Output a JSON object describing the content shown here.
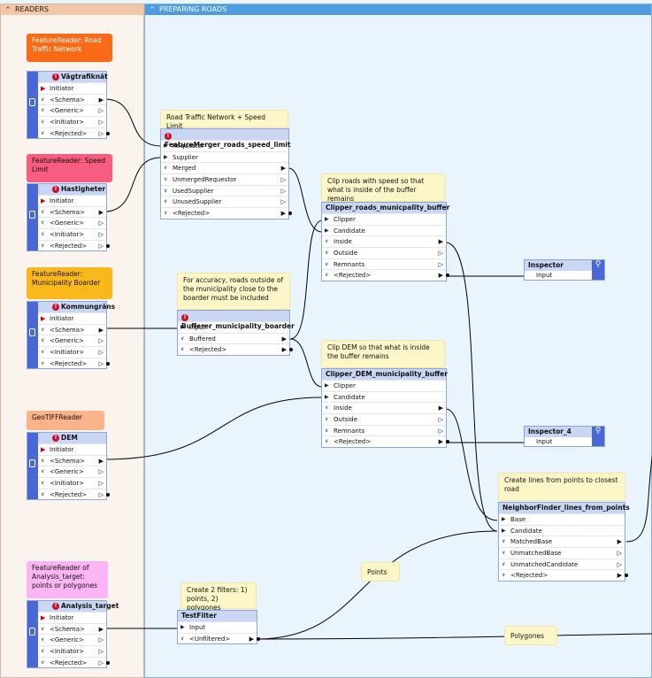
{
  "bookmarks": {
    "readers": "READERS",
    "preparing_roads": "PREPARING ROADS"
  },
  "annotations": {
    "road_reader": "FeatureReader: Road Traffic Network",
    "speed_reader": "FeatureReader: Speed Limit",
    "municipality_reader": "FeatureReader: Municipality Boarder",
    "geotiff_reader": "GeoTIFFReader",
    "analysis_reader": "FeatureReader of Analysis_target: points or polygones",
    "merge": "Road Traffic Network + Speed Limit",
    "clip_roads": "Clip roads with speed  so that what is inside of the buffer remains",
    "accuracy": "For accuracy, roads outside of the municipality close to the boarder must be included",
    "clip_dem": "Clip DEM so that what is inside the buffer remains",
    "neighbor": "Create lines from points to closest road",
    "filters": "Create 2 filters: 1) points, 2) polygones",
    "points": "Points",
    "polygones": "Polygones"
  },
  "readers": [
    {
      "title": "Vägtrafiknät",
      "ports": [
        "Initiator",
        "<Schema>",
        "<Generic>",
        "<Initiator>",
        "<Rejected>"
      ]
    },
    {
      "title": "Hastigheter",
      "ports": [
        "Initiator",
        "<Schema>",
        "<Generic>",
        "<Initiator>",
        "<Rejected>"
      ]
    },
    {
      "title": "Kommungräns",
      "ports": [
        "Initiator",
        "<Schema>",
        "<Generic>",
        "<Initiator>",
        "<Rejected>"
      ]
    },
    {
      "title": "DEM",
      "ports": [
        "Initiator",
        "<Schema>",
        "<Generic>",
        "<Initiator>",
        "<Rejected>"
      ]
    },
    {
      "title": "Analysis_target",
      "ports": [
        "Initiator",
        "<Schema>",
        "<Generic>",
        "<Initiator>",
        "<Rejected>"
      ]
    }
  ],
  "transformers": {
    "merger": {
      "title": "FeatureMerger_roads_speed_limit",
      "inputs": [
        "Requestor",
        "Supplier"
      ],
      "outputs": [
        "Merged",
        "UnmergedRequestor",
        "UsedSupplier",
        "UnusedSupplier",
        "<Rejected>"
      ]
    },
    "clip_roads": {
      "title": "Clipper_roads_municpality_buffer",
      "inputs": [
        "Clipper",
        "Candidate"
      ],
      "outputs": [
        "Inside",
        "Outside",
        "Remnants",
        "<Rejected>"
      ]
    },
    "bufferer": {
      "title": "Bufferer_municipality_boarder",
      "inputs": [
        "Input"
      ],
      "outputs": [
        "Buffered",
        "<Rejected>"
      ]
    },
    "clip_dem": {
      "title": "Clipper_DEM_municipality_buffer",
      "inputs": [
        "Clipper",
        "Candidate"
      ],
      "outputs": [
        "Inside",
        "Outside",
        "Remnants",
        "<Rejected>"
      ]
    },
    "neighbor": {
      "title": "NeighborFinder_lines_from_points",
      "inputs": [
        "Base",
        "Candidate"
      ],
      "outputs": [
        "MatchedBase",
        "UnmatchedBase",
        "UnmatchedCandidate",
        "<Rejected>"
      ]
    },
    "testfilter": {
      "title": "TestFilter",
      "inputs": [
        "Input"
      ],
      "outputs": [
        "<Unfiltered>"
      ]
    }
  },
  "inspectors": [
    {
      "title": "Inspector",
      "port": "Input"
    },
    {
      "title": "Inspector_4",
      "port": "Input"
    }
  ],
  "colors": {
    "road_reader": "#fb6a17",
    "speed_reader": "#f85c7f",
    "municipality_reader": "#fbb81a",
    "geotiff_reader": "#fbb38a",
    "analysis_reader": "#fbb4f4",
    "sidebar": "#4a67d6"
  },
  "icons": {
    "bookmark_collapse": "chevron-up-icon",
    "error": "error-icon",
    "inspector": "magnifier-icon",
    "database": "database-icon"
  }
}
